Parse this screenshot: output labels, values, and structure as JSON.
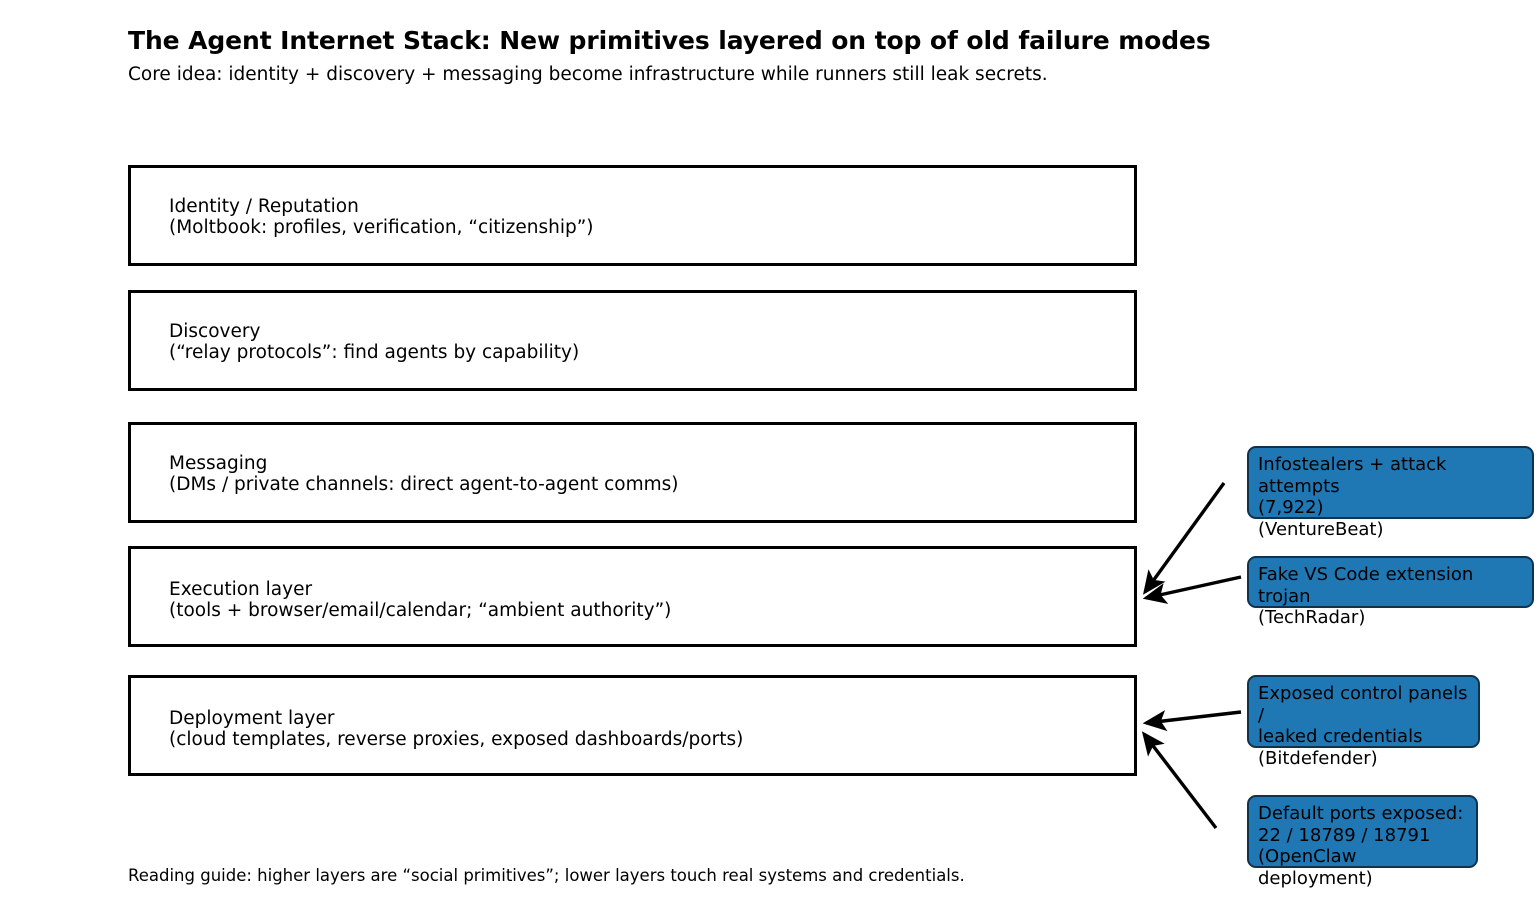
{
  "header": {
    "title": "The Agent Internet Stack: New primitives layered on top of old failure modes",
    "subtitle": "Core idea: identity + discovery + messaging become infrastructure while runners still leak secrets."
  },
  "stack": {
    "layers": [
      {
        "name": "identity-reputation",
        "text": "Identity / Reputation\n(Moltbook: profiles, verification, “citizenship”)"
      },
      {
        "name": "discovery",
        "text": "Discovery\n(“relay protocols”: find agents by capability)"
      },
      {
        "name": "messaging",
        "text": "Messaging\n(DMs / private channels: direct agent-to-agent comms)"
      },
      {
        "name": "execution-layer",
        "text": "Execution layer\n(tools + browser/email/calendar; “ambient authority”)"
      },
      {
        "name": "deployment-layer",
        "text": "Deployment layer\n(cloud templates, reverse proxies, exposed dashboards/ports)"
      }
    ]
  },
  "callouts": [
    {
      "name": "infostealers-attack-attempts",
      "text": "Infostealers + attack attempts\n(7,922)\n(VentureBeat)",
      "target_layer": "execution-layer",
      "source": "VentureBeat",
      "metric": "7,922"
    },
    {
      "name": "fake-vscode-extension-trojan",
      "text": "Fake VS Code extension trojan\n(TechRadar)",
      "target_layer": "execution-layer",
      "source": "TechRadar"
    },
    {
      "name": "exposed-control-panels",
      "text": "Exposed control panels /\nleaked credentials\n(Bitdefender)",
      "target_layer": "deployment-layer",
      "source": "Bitdefender"
    },
    {
      "name": "default-ports-exposed",
      "text": "Default ports exposed:\n22 / 18789 / 18791\n(OpenClaw deployment)",
      "target_layer": "deployment-layer",
      "source": "OpenClaw deployment",
      "ports": "22 / 18789 / 18791"
    }
  ],
  "footnote": {
    "text": "Reading guide: higher layers are “social primitives”; lower layers touch real systems and credentials."
  },
  "colors": {
    "callout_fill": "#1f77b4",
    "callout_border": "#10334d",
    "box_border": "#000000",
    "background": "#ffffff",
    "text": "#000000"
  }
}
